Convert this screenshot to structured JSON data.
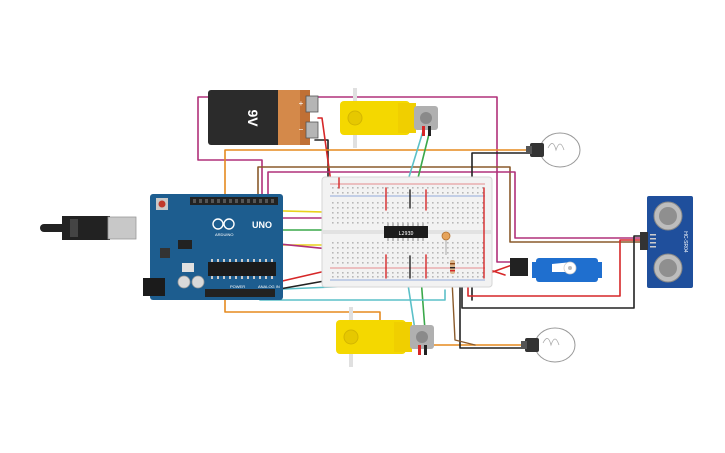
{
  "battery": {
    "label": "9V",
    "plus": "+",
    "minus": "−"
  },
  "arduino": {
    "brand_text": "UNO",
    "model_text": "ARDUINO",
    "power_text": "POWER",
    "analog_text": "ANALOG IN"
  },
  "driver_chip": {
    "label": "L293D"
  },
  "ultrasonic": {
    "label": "HC-SR04"
  },
  "colors": {
    "wire_red": "#d62728",
    "wire_black": "#222222",
    "wire_magenta": "#b0307a",
    "wire_orange": "#e58a1f",
    "wire_yellow": "#e8d21d",
    "wire_green": "#3aa84a",
    "wire_cyan": "#5bc0c8",
    "wire_brown": "#8a5a2b",
    "wire_blue": "#3060c0",
    "arduino_blue": "#1d5d8f",
    "motor_yellow": "#f4d800",
    "sensor_blue": "#1f4f9c",
    "servo_blue": "#1f6fcf",
    "breadboard": "#f2f2f2"
  }
}
